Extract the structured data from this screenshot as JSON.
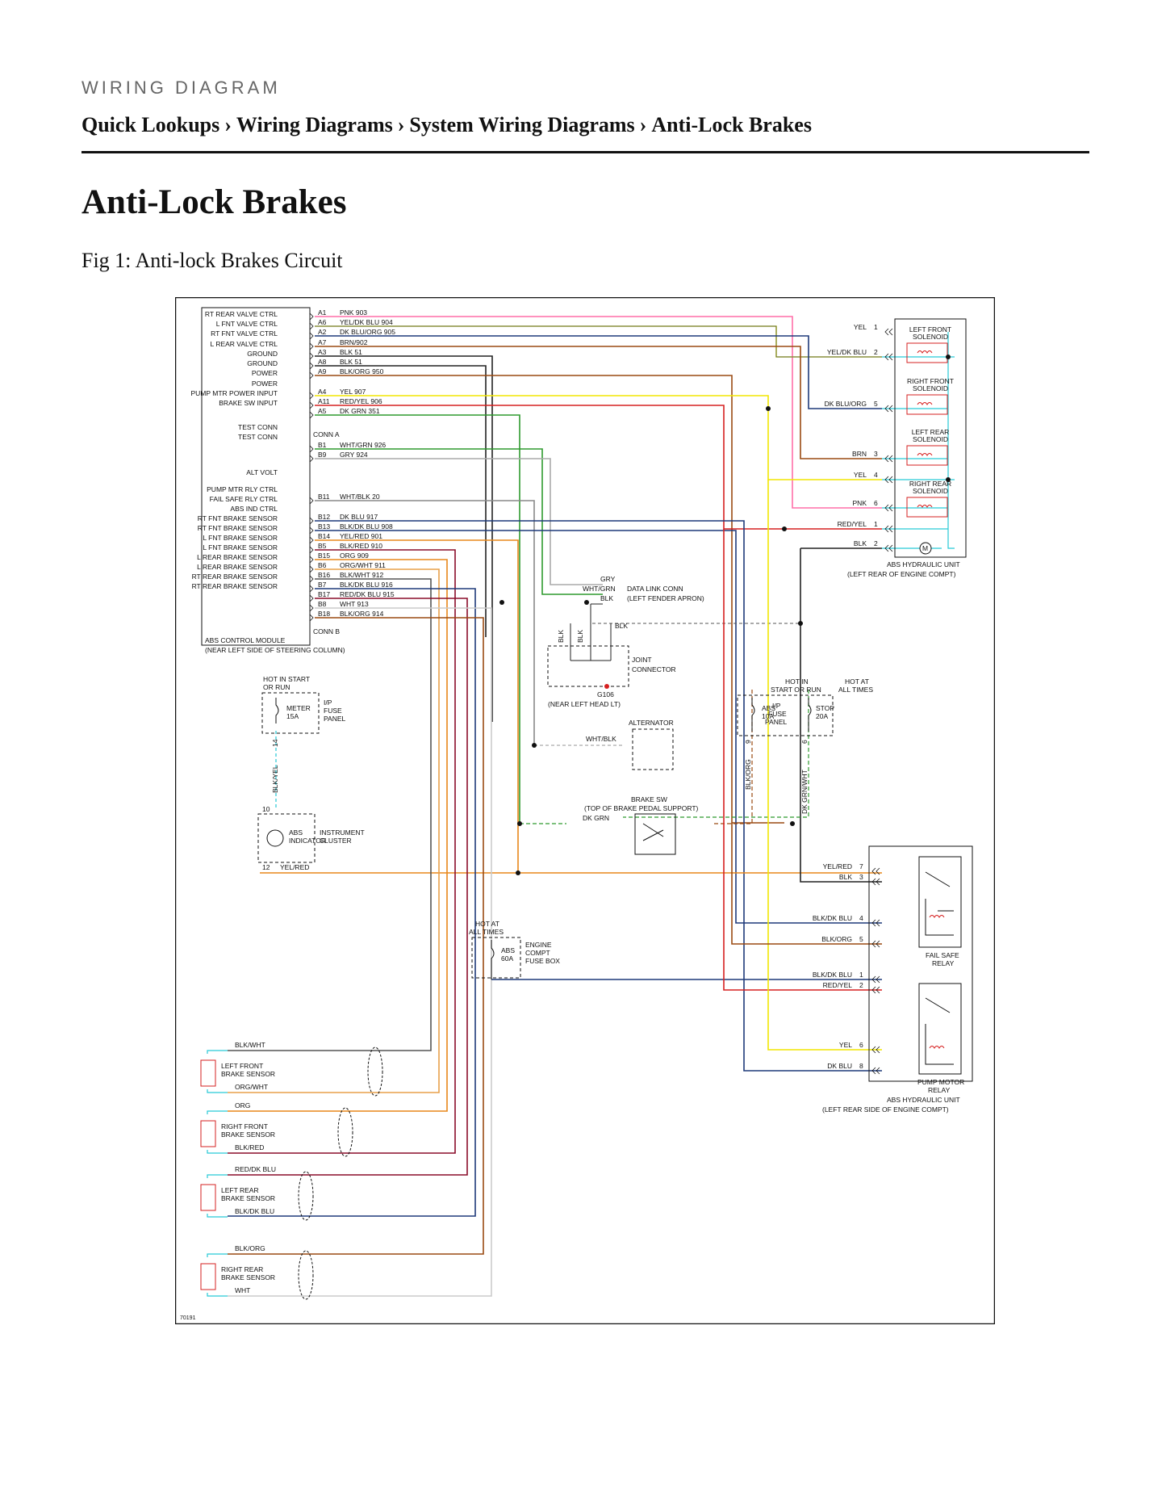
{
  "header": {
    "kicker": "WIRING DIAGRAM",
    "breadcrumb": [
      "Quick Lookups",
      "Wiring Diagrams",
      "System Wiring Diagrams",
      "Anti-Lock Brakes"
    ],
    "separator": "›"
  },
  "page_title": "Anti-Lock Brakes",
  "figure_caption": "Fig 1: Anti-lock Brakes Circuit",
  "figure_id": "70191",
  "colors": {
    "pink": "#ff6fa8",
    "yellow": "#f2e600",
    "dkblue": "#1f3a7a",
    "brown": "#9a4a12",
    "black": "#222222",
    "orange": "#e8871a",
    "darkred": "#8a0d2a",
    "red": "#d62020",
    "green": "#2e9a2e",
    "gray": "#aaaaaa",
    "cyan": "#27c9d6",
    "white": "#cccccc"
  },
  "abs_control_module": {
    "name": "ABS CONTROL MODULE",
    "location": "(NEAR LEFT SIDE OF STEERING COLUMN)",
    "conn_a_label": "CONN A",
    "conn_b_label": "CONN B",
    "pin_labels": [
      "RT REAR VALVE CTRL",
      "L FNT VALVE CTRL",
      "RT FNT VALVE CTRL",
      "L REAR VALVE CTRL",
      "GROUND",
      "GROUND",
      "POWER",
      "POWER",
      "PUMP MTR POWER INPUT",
      "BRAKE SW INPUT",
      "TEST CONN",
      "TEST CONN",
      "ALT VOLT",
      "PUMP MTR RLY CTRL",
      "FAIL SAFE RLY CTRL",
      "ABS IND CTRL",
      "RT FNT BRAKE SENSOR",
      "RT FNT BRAKE SENSOR",
      "L FNT BRAKE SENSOR",
      "L FNT BRAKE SENSOR",
      "L REAR BRAKE SENSOR",
      "L REAR BRAKE SENSOR",
      "RT REAR BRAKE SENSOR",
      "RT REAR BRAKE SENSOR"
    ],
    "pins": [
      {
        "pin": "A1",
        "wire": "PNK 903"
      },
      {
        "pin": "A6",
        "wire": "YEL/DK BLU 904"
      },
      {
        "pin": "A2",
        "wire": "DK BLU/ORG 905"
      },
      {
        "pin": "A7",
        "wire": "BRN/902"
      },
      {
        "pin": "A3",
        "wire": "BLK 51"
      },
      {
        "pin": "A8",
        "wire": "BLK 51"
      },
      {
        "pin": "A9",
        "wire": "BLK/ORG 950"
      },
      {
        "pin": "A4",
        "wire": "YEL 907"
      },
      {
        "pin": "A11",
        "wire": "RED/YEL 906"
      },
      {
        "pin": "A5",
        "wire": "DK GRN 351"
      },
      {
        "pin": "B1",
        "wire": "WHT/GRN 926"
      },
      {
        "pin": "B9",
        "wire": "GRY 924"
      },
      {
        "pin": "B11",
        "wire": "WHT/BLK 20"
      },
      {
        "pin": "B12",
        "wire": "DK BLU 917"
      },
      {
        "pin": "B13",
        "wire": "BLK/DK BLU 908"
      },
      {
        "pin": "B14",
        "wire": "YEL/RED 901"
      },
      {
        "pin": "B5",
        "wire": "BLK/RED 910"
      },
      {
        "pin": "B15",
        "wire": "ORG 909"
      },
      {
        "pin": "B6",
        "wire": "ORG/WHT 911"
      },
      {
        "pin": "B16",
        "wire": "BLK/WHT 912"
      },
      {
        "pin": "B7",
        "wire": "BLK/DK BLU 916"
      },
      {
        "pin": "B17",
        "wire": "RED/DK BLU 915"
      },
      {
        "pin": "B8",
        "wire": "WHT 913"
      },
      {
        "pin": "B18",
        "wire": "BLK/ORG 914"
      }
    ]
  },
  "hydraulic_unit_top": {
    "location_1": "ABS HYDRAULIC UNIT",
    "location_2": "(LEFT REAR OF ENGINE COMPT)",
    "terminals": [
      {
        "wire": "YEL",
        "num": "1"
      },
      {
        "wire": "YEL/DK BLU",
        "num": "2"
      },
      {
        "wire": "DK BLU/ORG",
        "num": "5"
      },
      {
        "wire": "BRN",
        "num": "3"
      },
      {
        "wire": "YEL",
        "num": "4"
      },
      {
        "wire": "PNK",
        "num": "6"
      },
      {
        "wire": "RED/YEL",
        "num": "1"
      },
      {
        "wire": "BLK",
        "num": "2"
      }
    ],
    "solenoids": [
      {
        "l1": "LEFT FRONT",
        "l2": "SOLENOID"
      },
      {
        "l1": "RIGHT FRONT",
        "l2": "SOLENOID"
      },
      {
        "l1": "LEFT REAR",
        "l2": "SOLENOID"
      },
      {
        "l1": "RIGHT REAR",
        "l2": "SOLENOID"
      }
    ],
    "motor": "M"
  },
  "data_link": {
    "wires": [
      "GRY",
      "WHT/GRN",
      "BLK"
    ],
    "name_1": "DATA LINK CONN",
    "name_2": "(LEFT FENDER APRON)"
  },
  "joint_connector": {
    "wires": [
      "BLK",
      "BLK",
      "BLK"
    ],
    "name_1": "JOINT",
    "name_2": "CONNECTOR",
    "ground": "G106",
    "ground_location": "(NEAR LEFT HEAD LT)"
  },
  "alternator": {
    "name": "ALTERNATOR",
    "wire": "WHT/BLK"
  },
  "ip_fuse_left": {
    "hot_1": "HOT IN START",
    "hot_2": "OR RUN",
    "fuse_1": "METER",
    "fuse_2": "15A",
    "panel_1": "I/P",
    "panel_2": "FUSE",
    "panel_3": "PANEL",
    "pin": "14",
    "wire": "BLK/YEL"
  },
  "instrument_cluster": {
    "pin_top": "10",
    "pin_bottom": "12",
    "wire": "YEL/RED",
    "lamp_1": "ABS",
    "lamp_2": "INDICATOR",
    "name_1": "INSTRUMENT",
    "name_2": "CLUSTER"
  },
  "ip_fuse_right": {
    "hot_left_1": "HOT IN",
    "hot_left_2": "START OR RUN",
    "hot_right_1": "HOT AT",
    "hot_right_2": "ALL TIMES",
    "panel_1": "I/P",
    "panel_2": "FUSE",
    "panel_3": "PANEL",
    "fuse_a_1": "ABS",
    "fuse_a_2": "10A",
    "fuse_b_1": "STOP",
    "fuse_b_2": "20A",
    "pin_a": "9",
    "pin_b": "6",
    "wire_a": "BLK/ORG",
    "wire_b": "DK GRN/WHT"
  },
  "brake_sw": {
    "name_1": "BRAKE SW",
    "name_2": "(TOP OF BRAKE PEDAL SUPPORT)",
    "wire": "DK GRN"
  },
  "engine_fuse": {
    "hot_1": "HOT AT",
    "hot_2": "ALL TIMES",
    "fuse_1": "ABS",
    "fuse_2": "60A",
    "box_1": "ENGINE",
    "box_2": "COMPT",
    "box_3": "FUSE BOX"
  },
  "hydraulic_unit_bottom": {
    "location_1": "ABS HYDRAULIC UNIT",
    "location_2": "(LEFT REAR SIDE OF ENGINE COMPT)",
    "terminals": [
      {
        "wire": "YEL/RED",
        "num": "7"
      },
      {
        "wire": "BLK",
        "num": "3"
      },
      {
        "wire": "BLK/DK BLU",
        "num": "4"
      },
      {
        "wire": "BLK/ORG",
        "num": "5"
      },
      {
        "wire": "BLK/DK BLU",
        "num": "1"
      },
      {
        "wire": "RED/YEL",
        "num": "2"
      },
      {
        "wire": "YEL",
        "num": "6"
      },
      {
        "wire": "DK BLU",
        "num": "8"
      }
    ],
    "relay_a_1": "FAIL SAFE",
    "relay_a_2": "RELAY",
    "relay_b_1": "PUMP MOTOR",
    "relay_b_2": "RELAY"
  },
  "wheel_sensors": [
    {
      "l1": "LEFT FRONT",
      "l2": "BRAKE SENSOR",
      "wire_top": "BLK/WHT",
      "wire_bottom": "ORG/WHT"
    },
    {
      "l1": "RIGHT FRONT",
      "l2": "BRAKE SENSOR",
      "wire_top": "ORG",
      "wire_bottom": "BLK/RED"
    },
    {
      "l1": "LEFT REAR",
      "l2": "BRAKE SENSOR",
      "wire_top": "RED/DK BLU",
      "wire_bottom": "BLK/DK BLU"
    },
    {
      "l1": "RIGHT REAR",
      "l2": "BRAKE SENSOR",
      "wire_top": "BLK/ORG",
      "wire_bottom": "WHT"
    }
  ]
}
